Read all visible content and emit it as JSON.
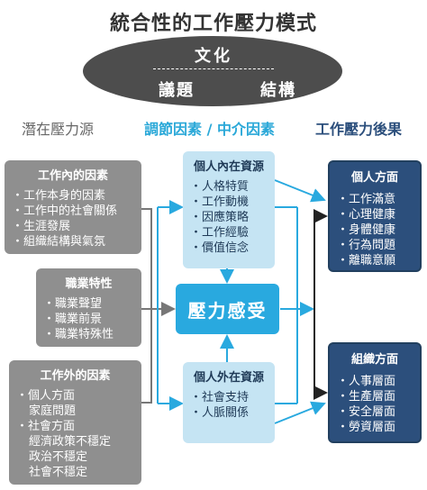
{
  "title": "統合性的工作壓力模式",
  "culture": {
    "label": "文化",
    "issues": "議題",
    "structure": "結構"
  },
  "columns": {
    "sources": "潛在壓力源",
    "moderators": "調節因素 / 中介因素",
    "outcomes": "工作壓力後果"
  },
  "sources": {
    "inside_work": {
      "heading": "工作內的因素",
      "items": [
        "工作本身的因素",
        "工作中的社會關係",
        "生涯發展",
        "組織結構與氣氛"
      ]
    },
    "occupation": {
      "heading": "職業特性",
      "items": [
        "職業聲望",
        "職業前景",
        "職業特殊性"
      ]
    },
    "outside_work": {
      "heading": "工作外的因素",
      "items": [
        "個人方面",
        "家庭問題",
        "社會方面",
        "經濟政策不穩定",
        "政治不穩定",
        "社會不穩定"
      ]
    }
  },
  "moderators": {
    "internal": {
      "heading": "個人內在資源",
      "items": [
        "人格特質",
        "工作動機",
        "因應策略",
        "工作經驗",
        "價值信念"
      ]
    },
    "external": {
      "heading": "個人外在資源",
      "items": [
        "社會支持",
        "人脈關係"
      ]
    }
  },
  "stress_perception": "壓力感受",
  "outcomes": {
    "individual": {
      "heading": "個人方面",
      "items": [
        "工作滿意",
        "心理健康",
        "身體健康",
        "行為問題",
        "離職意願"
      ]
    },
    "organization": {
      "heading": "組織方面",
      "items": [
        "人事層面",
        "生產層面",
        "安全層面",
        "勞資層面"
      ]
    }
  },
  "colors": {
    "gray_box": "#8f8f8f",
    "light_blue_box": "#c5e4f3",
    "accent_blue": "#29a9df",
    "navy": "#2c4f7c"
  }
}
